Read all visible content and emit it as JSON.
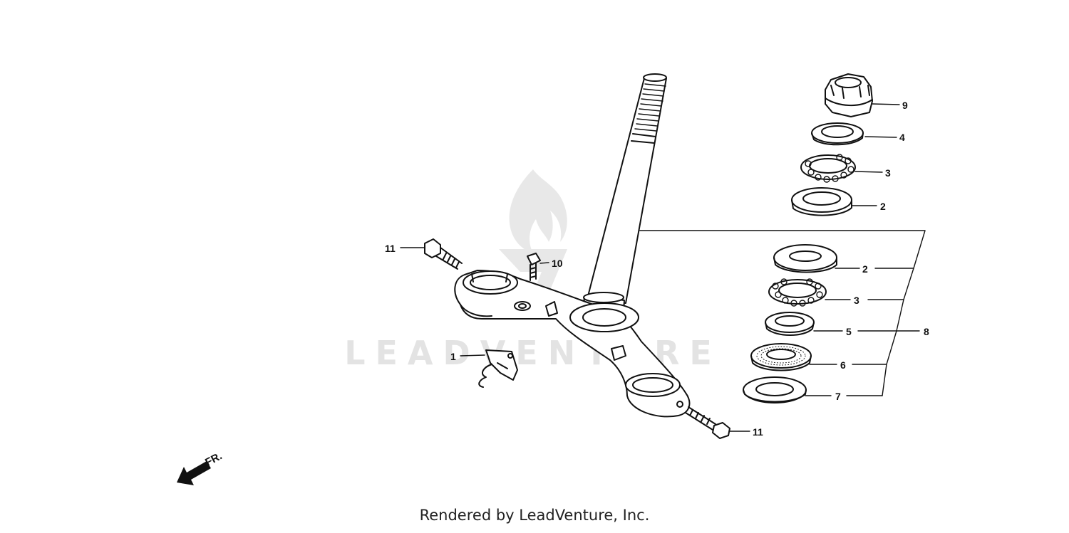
{
  "watermark": {
    "text": "LEADVENTURE"
  },
  "footer": {
    "text": "Rendered by LeadVenture, Inc."
  },
  "direction_marker": {
    "label": "FR."
  },
  "callouts": {
    "c9": "9",
    "c4": "4",
    "c3_top": "3",
    "c2_top": "2",
    "c11_left": "11",
    "c10": "10",
    "c2_lower": "2",
    "c3_lower": "3",
    "c5": "5",
    "c8": "8",
    "c1": "1",
    "c6": "6",
    "c7": "7",
    "c11_right": "11"
  },
  "colors": {
    "line": "#111111",
    "watermark": "#e3e3e3"
  }
}
